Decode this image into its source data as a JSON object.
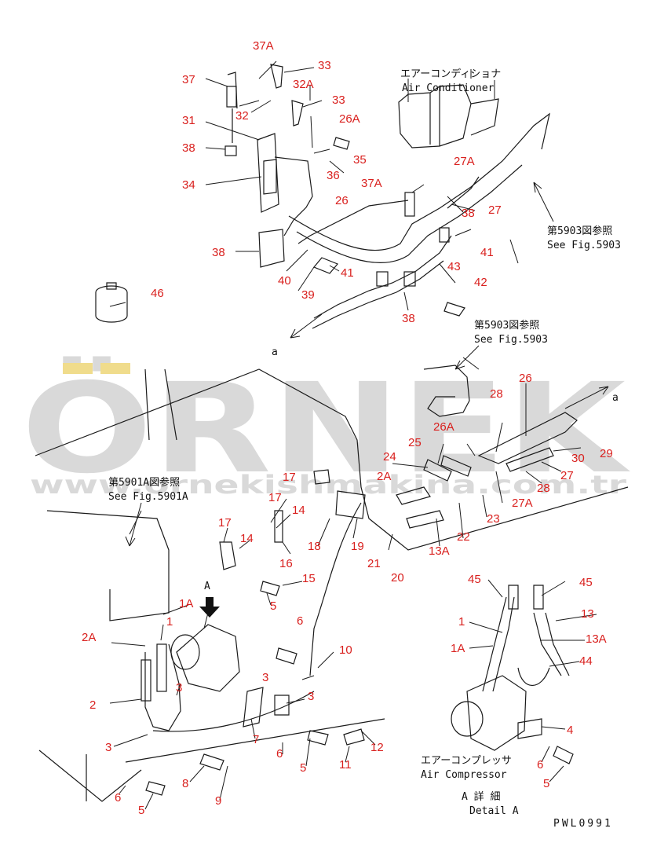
{
  "watermark": {
    "brand": "ÖRNEK",
    "url": "www.ornekishmakina.com.tr",
    "colors": {
      "brand": "#d9d9d9",
      "dots": "#f0dc8c"
    }
  },
  "colors": {
    "callout": "#d9201e",
    "line": "#1a1a1a"
  },
  "labels": {
    "ac_jp": "エアーコンディショナ",
    "ac_en": "Air Conditioner",
    "ref1_jp": "第5903図参照",
    "ref1_en": "See Fig.5903",
    "ref2_jp": "第5903図参照",
    "ref2_en": "See Fig.5903",
    "ref3_jp": "第5901A図参照",
    "ref3_en": "See Fig.5901A",
    "comp_jp": "エアーコンプレッサ",
    "comp_en": "Air Compressor",
    "detail_jp": "A 詳 細",
    "detail_en": "Detail A",
    "view_a": "A",
    "arrow_a1": "a",
    "arrow_a2": "a",
    "code": "PWL0991"
  },
  "callouts": [
    "37A",
    "33",
    "37",
    "32A",
    "33",
    "32",
    "31",
    "26A",
    "35",
    "38",
    "36",
    "34",
    "26",
    "37A",
    "27A",
    "38",
    "27",
    "38",
    "41",
    "40",
    "41",
    "43",
    "39",
    "42",
    "38",
    "46",
    "26",
    "28",
    "26A",
    "25",
    "24",
    "30",
    "29",
    "17",
    "2A",
    "27",
    "28",
    "27A",
    "17",
    "23",
    "22",
    "14",
    "16",
    "18",
    "19",
    "13A",
    "21",
    "20",
    "17",
    "14",
    "15",
    "1A",
    "5",
    "6",
    "45",
    "45",
    "13",
    "1",
    "13A",
    "1A",
    "44",
    "2A",
    "1",
    "10",
    "3",
    "3",
    "3",
    "2",
    "3",
    "7",
    "6",
    "12",
    "5",
    "11",
    "4",
    "6",
    "6",
    "8",
    "5",
    "9",
    "5"
  ]
}
